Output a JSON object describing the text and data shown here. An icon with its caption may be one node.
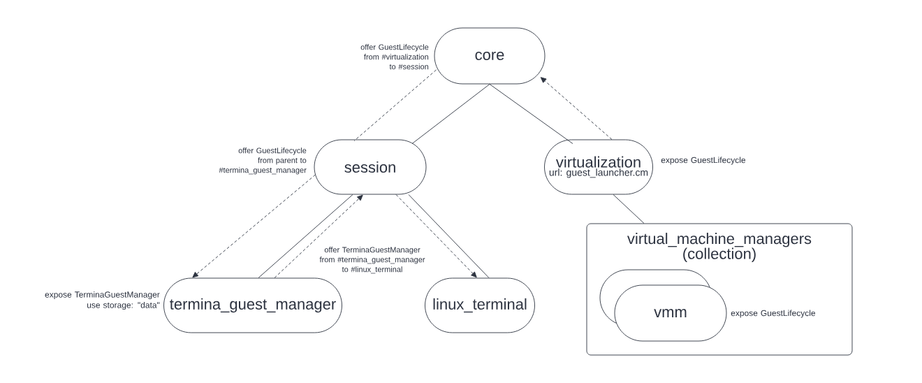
{
  "diagram": {
    "nodes": [
      {
        "text": [
          "core"
        ]
      },
      {
        "text": [
          "session"
        ]
      },
      {
        "text": [
          "virtualization",
          "url: guest_launcher.cm"
        ],
        "beside": [
          "expose GuestLifecycle"
        ]
      },
      {
        "text": [
          "virtual_machine_managers (collection)"
        ]
      },
      {
        "text": [
          "vmm"
        ],
        "in": 3,
        "beside": [
          "expose GuestLifecycle"
        ]
      },
      {
        "text": [
          "termina_guest_manager"
        ],
        "beside": [
          "expose TerminaGuestManager use storage: \"data\""
        ]
      },
      {
        "text": [
          "linux_terminal"
        ]
      }
    ],
    "edges": [
      {
        "from": 0,
        "to": 1,
        "arrow": "none"
      },
      {
        "from": 0,
        "to": 2,
        "arrow": "none"
      },
      {
        "from": 2,
        "to": 0,
        "arrow": "to",
        "style": "dashed"
      },
      {
        "from": 0,
        "to": 1,
        "arrow": "none",
        "style": "dashed",
        "label": "offer GuestLifecycle from #virtualization to #session"
      },
      {
        "from": 1,
        "to": 5,
        "arrow": "to",
        "style": "dashed",
        "label": "offer GuestLifecycle from parent to #termina_guest_manager"
      },
      {
        "from": 5,
        "to": 1,
        "arrow": "none"
      },
      {
        "from": 5,
        "to": 1,
        "arrow": "to",
        "style": "dashed"
      },
      {
        "from": 1,
        "to": 6,
        "arrow": "to",
        "style": "dashed",
        "label": "offer TerminaGuestManager from #termina_guest_manager to #linux_terminal"
      },
      {
        "from": 1,
        "to": 6,
        "arrow": "none"
      },
      {
        "from": 2,
        "to": 3,
        "arrow": "none"
      }
    ]
  }
}
